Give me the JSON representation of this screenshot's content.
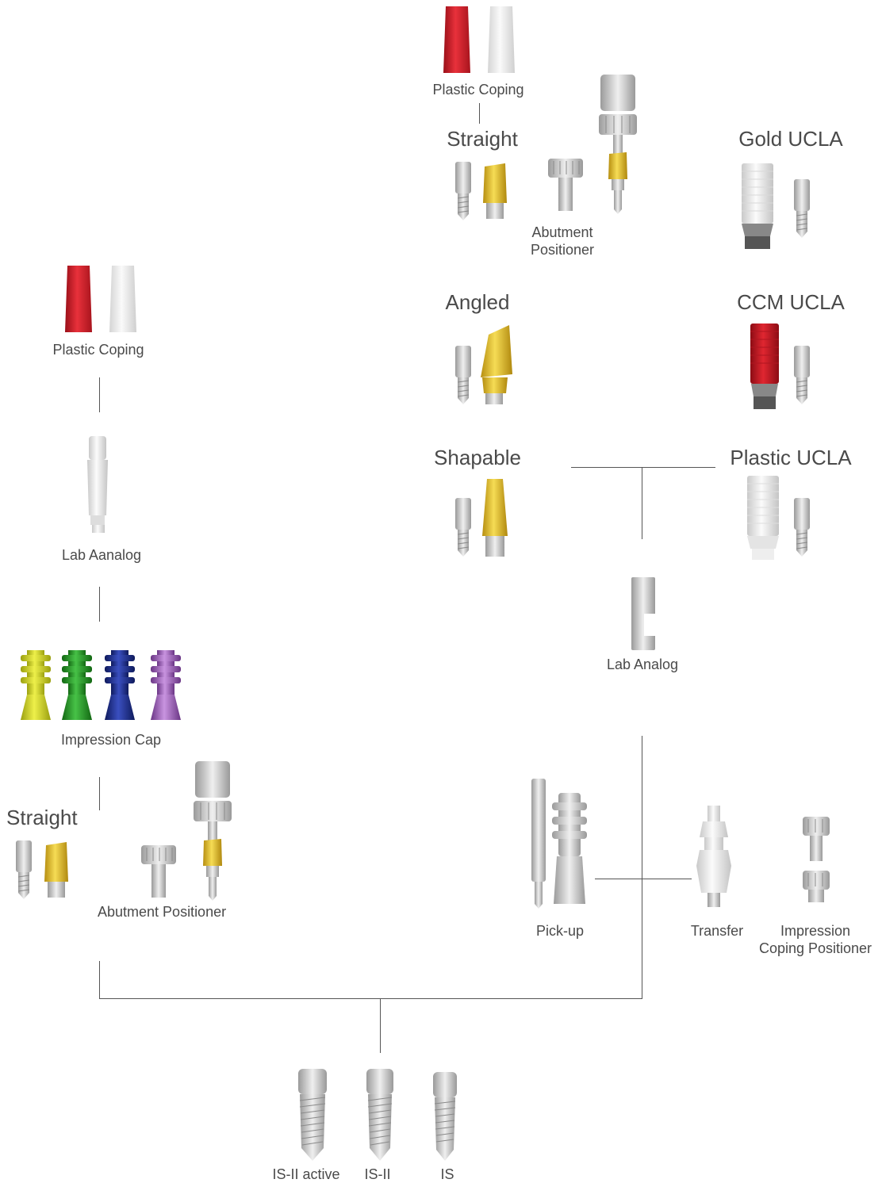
{
  "top_right": {
    "plastic_coping": "Plastic Coping",
    "straight": "Straight",
    "abutment_positioner": [
      "Abutment",
      "Positioner"
    ],
    "gold_ucla": "Gold UCLA",
    "angled": "Angled",
    "ccm_ucla": "CCM UCLA",
    "shapable": "Shapable",
    "plastic_ucla": "Plastic UCLA",
    "lab_analog": "Lab Analog"
  },
  "left": {
    "plastic_coping": "Plastic Coping",
    "lab_analog": "Lab Aanalog",
    "impression_cap": "Impression Cap",
    "straight": "Straight",
    "abutment_positioner": "Abutment Positioner"
  },
  "bottom_right": {
    "pick_up": "Pick-up",
    "transfer": "Transfer",
    "impression_coping_positioner": [
      "Impression",
      "Coping Positioner"
    ]
  },
  "implants": {
    "labels": [
      "IS-II active",
      "IS-II",
      "IS"
    ]
  },
  "colors": {
    "line": "#555555",
    "red": "#d81f2a",
    "white": "#f2f2f2",
    "gold": "#e8c22a",
    "titanium": "#c9c9c9",
    "impression_cap_colors": [
      "#d7dc1c",
      "#2aa12a",
      "#1d2f8f",
      "#a05ec0"
    ]
  }
}
